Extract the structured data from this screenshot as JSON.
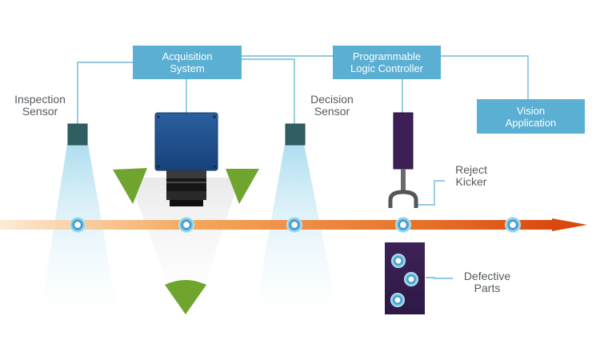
{
  "boxes": {
    "acquisition": "Acquisition\nSystem",
    "plc": "Programmable\nLogic Controller",
    "vision": "Vision\nApplication"
  },
  "labels": {
    "inspection_sensor": "Inspection\nSensor",
    "decision_sensor": "Decision\nSensor",
    "reject_kicker": "Reject\nKicker",
    "defective_parts": "Defective\nParts"
  },
  "colors": {
    "box": "#5aafd2",
    "wire": "#6eb8d6",
    "sensor": "#2f5f62",
    "camera": "#1f4f8c",
    "triangle": "#6fa52f",
    "kicker": "#3b1f55",
    "conveyor_start": "#fbe3c2",
    "conveyor_end": "#d9480c",
    "part_glow": "#8fd8f0",
    "label_text": "#555a5e"
  },
  "icons": [
    "inspection-sensor-icon",
    "camera-icon",
    "decision-sensor-icon",
    "reject-kicker-icon",
    "conveyor-arrow-icon",
    "part-icon",
    "defective-bin-icon"
  ]
}
